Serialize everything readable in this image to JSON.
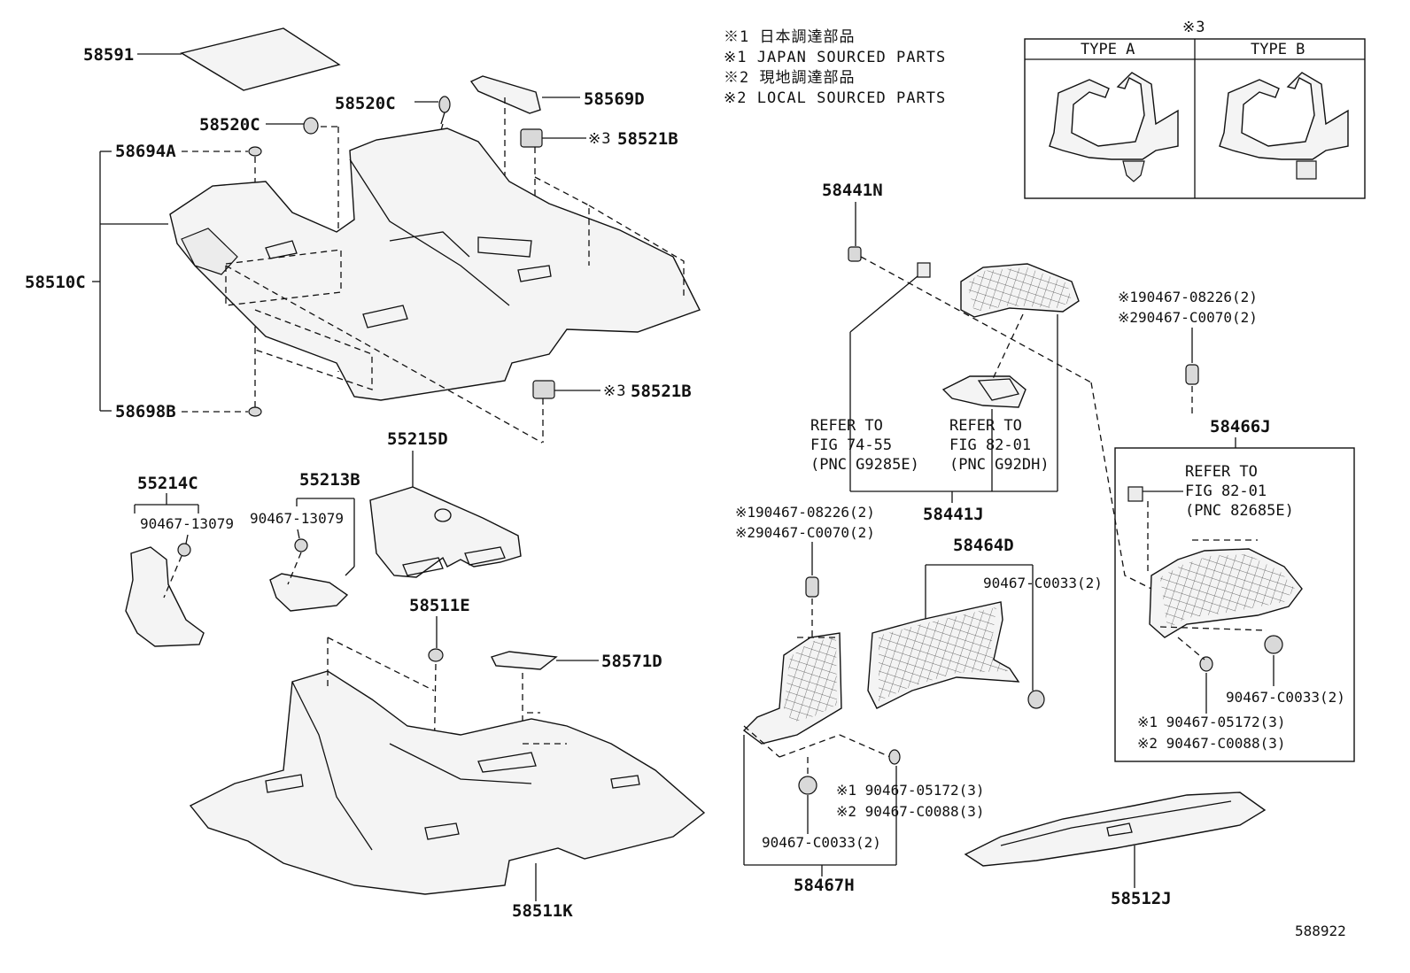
{
  "diagram_id": "588922",
  "notes": [
    "※1 日本調達部品",
    "※1 JAPAN SOURCED PARTS",
    "※2 現地調達部品",
    "※2 LOCAL SOURCED PARTS"
  ],
  "inset": {
    "marker": "※3",
    "type_a": "TYPE A",
    "type_b": "TYPE B"
  },
  "parts": {
    "p58591": "58591",
    "p58520C_a": "58520C",
    "p58520C_b": "58520C",
    "p58569D": "58569D",
    "p58521B_a": "58521B",
    "p58521B_b": "58521B",
    "mark3": "※3",
    "p58694A": "58694A",
    "p58510C": "58510C",
    "p58698B": "58698B",
    "p55215D": "55215D",
    "p55214C": "55214C",
    "p55213B": "55213B",
    "p90467_13079_a": "90467-13079",
    "p90467_13079_b": "90467-13079",
    "p58511E": "58511E",
    "p58571D": "58571D",
    "p58511K": "58511K",
    "p58441N": "58441N",
    "p58441J": "58441J",
    "p58464D": "58464D",
    "p58466J": "58466J",
    "p58467H": "58467H",
    "p58512J": "58512J",
    "c0033_a": "90467-C0033(2)",
    "c0033_b": "90467-C0033(2)",
    "c0033_c": "90467-C0033(2)",
    "j08226_a": "※190467-08226(2)",
    "l0070_a": "※290467-C0070(2)",
    "j08226_b": "※190467-08226(2)",
    "l0070_b": "※290467-C0070(2)",
    "j05172_a": "※1 90467-05172(3)",
    "l0088_a": "※2 90467-C0088(3)",
    "j05172_b": "※1 90467-05172(3)",
    "l0088_b": "※2 90467-C0088(3)"
  },
  "refs": {
    "r1": [
      "REFER TO",
      "FIG 74-55",
      "(PNC G9285E)"
    ],
    "r2": [
      "REFER TO",
      "FIG 82-01",
      "(PNC G92DH)"
    ],
    "r3": [
      "REFER TO",
      "FIG 82-01",
      "(PNC 82685E)"
    ]
  }
}
